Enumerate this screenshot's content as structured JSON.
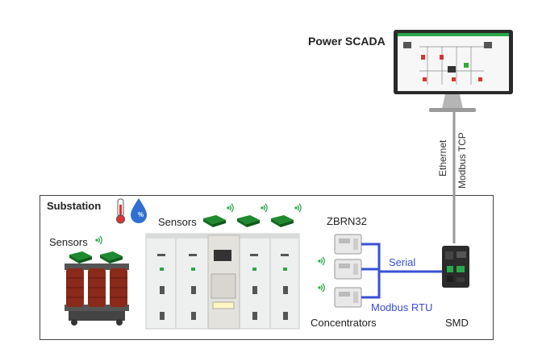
{
  "labels": {
    "power_scada": "Power SCADA",
    "ethernet": "Ethernet",
    "modbus_tcp": "Modbus TCP",
    "substation": "Substation",
    "sensors_top": "Sensors",
    "sensors_left": "Sensors",
    "zbrn32": "ZBRN32",
    "serial": "Serial",
    "modbus_rtu": "Modbus RTU",
    "concentrators": "Concentrators",
    "smd": "SMD",
    "humidity_unit": "%"
  },
  "colors": {
    "blue_link": "#3a4fd6",
    "sensor_green": "#1f8a2e",
    "transformer_red": "#8a2a1a",
    "scada_accent": "#2aa84a"
  },
  "icons": [
    "thermometer-icon",
    "humidity-drop-icon",
    "wireless-signal-icon"
  ]
}
